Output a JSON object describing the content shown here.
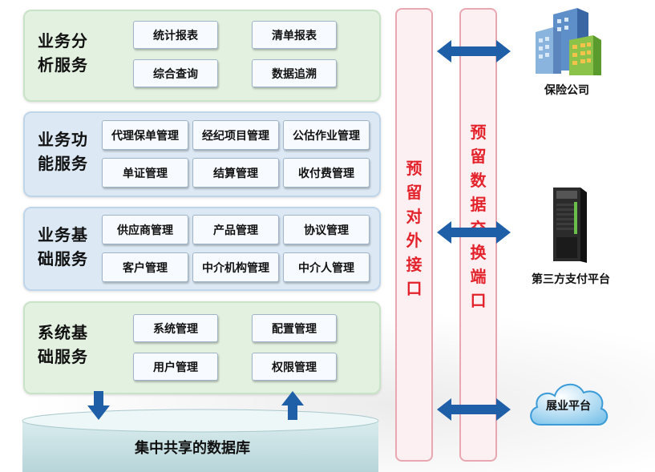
{
  "panels": {
    "analysis": {
      "title_line1": "业务分",
      "title_line2": "析服务",
      "buttons": [
        "统计报表",
        "清单报表",
        "综合查询",
        "数据追溯"
      ]
    },
    "function": {
      "title_line1": "业务功",
      "title_line2": "能服务",
      "buttons": [
        "代理保单管理",
        "经纪项目管理",
        "公估作业管理",
        "单证管理",
        "结算管理",
        "收付费管理"
      ]
    },
    "basic": {
      "title_line1": "业务基",
      "title_line2": "础服务",
      "buttons": [
        "供应商管理",
        "产品管理",
        "协议管理",
        "客户管理",
        "中介机构管理",
        "中介人管理"
      ]
    },
    "system": {
      "title_line1": "系统基",
      "title_line2": "础服务",
      "buttons": [
        "系统管理",
        "配置管理",
        "用户管理",
        "权限管理"
      ]
    }
  },
  "database": {
    "label": "集中共享的数据库"
  },
  "interfaces": {
    "external": [
      "预",
      "留",
      "对",
      "外",
      "接",
      "口"
    ],
    "exchange": [
      "预",
      "留",
      "数",
      "据",
      "交",
      "换",
      "端",
      "口"
    ]
  },
  "external_systems": {
    "insurance": "保险公司",
    "payment": "第三方支付平台",
    "platform": "展业平台"
  },
  "colors": {
    "green_panel": "#e3f1e1",
    "blue_panel": "#dce9f4",
    "interface_text": "#e3222b",
    "arrow_blue": "#1f5fa8"
  }
}
